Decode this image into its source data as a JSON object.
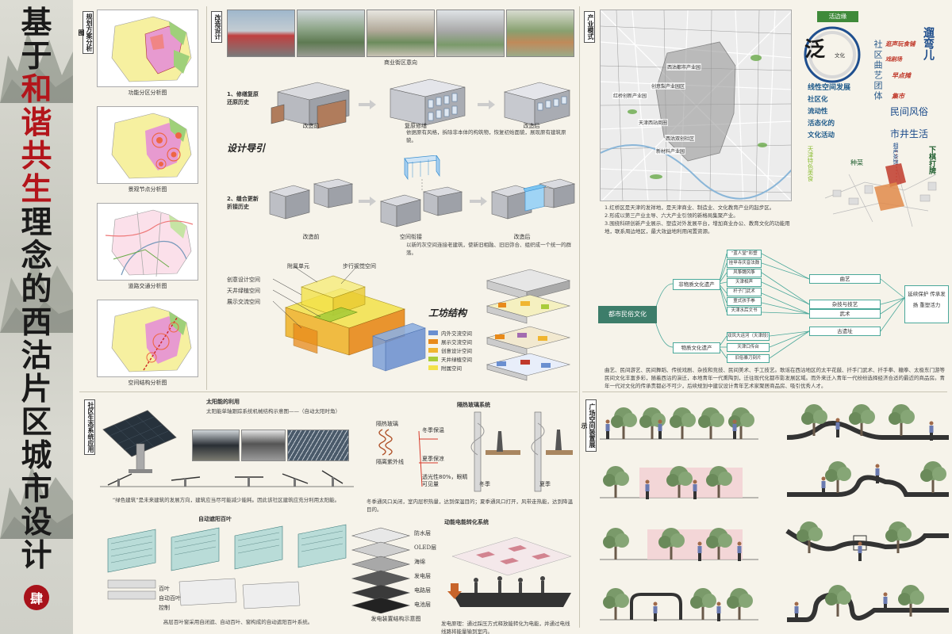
{
  "banner": {
    "title_chars": [
      "基",
      "于",
      "和",
      "谐",
      "共",
      "生",
      "理",
      "念",
      "的",
      "西",
      "沽",
      "片",
      "区",
      "城",
      "市",
      "设",
      "计"
    ],
    "highlight_indices": [
      2,
      3,
      4,
      5
    ],
    "seal": "肆"
  },
  "planning": {
    "tag": "规划方案分析图",
    "captions": [
      "功能分区分析图",
      "景观节点分析图",
      "道路交通分析图",
      "空间结构分析图"
    ]
  },
  "renovation": {
    "tag": "改造设计",
    "photo_caption": "商业街区意向",
    "step1_title": "1、修缮复原 还原历史",
    "step1_before": "改造前",
    "step1_mid": "复原修缮",
    "step1_after": "改造后",
    "step1_desc": "依据原有风格，拆除非本体的构筑物，恢复初始面貌，展现原有建筑原貌。",
    "guide_title": "设计导引",
    "step2_title": "2、缝合更新 折接历史",
    "step2_before": "改造前",
    "step2_mid": "空间衔接",
    "step2_after": "改造后",
    "step2_desc": "以新的灰空间连接老建筑，使新旧相融、旧旧弥合、组织成一个统一的群落。",
    "workshop_title": "工坊结构",
    "axo_labels": [
      "附属单元",
      "步行视觉空间",
      "创意设计空间",
      "天井绿植空间",
      "展示交流空间"
    ],
    "legend": [
      {
        "label": "内外交流空间",
        "color": "#6a8fd0"
      },
      {
        "label": "展示交流空间",
        "color": "#e88a1a"
      },
      {
        "label": "创意设计空间",
        "color": "#f0b530"
      },
      {
        "label": "天井绿植空间",
        "color": "#a9cc3a"
      },
      {
        "label": "附属空间",
        "color": "#f3e24a"
      }
    ]
  },
  "industry": {
    "tag": "产业模式",
    "map_labels": [
      "西沽都市产业园",
      "创意梨产业园区",
      "红桥创新产业园",
      "天津西站商圈",
      "西沽双创社区",
      "新材料产业园"
    ],
    "notes": [
      "1.红桥区是天津的发祥地，是天津商业、制造业、文化教育产业的起步区。",
      "2.形成以第三产业主导、六大产业引领的新格局集聚产业。",
      "3.围绕科研创新产业展示、塑造对外发展平台，增加商业办公、教育文化的功能用地，联系周边地区，最大效益地利用闲置资源。"
    ]
  },
  "vitality": {
    "badge": "活边缘",
    "big_char": "泛",
    "circle_small": "文化",
    "list": [
      "线性空间发展",
      "社区化",
      "流动性",
      "活态化的",
      "文化活动"
    ],
    "vertical_green": "天津特色美食",
    "col1": "社区曲艺团体",
    "red_words": [
      "逛声玩食铺",
      "戏剧场",
      "早点摊",
      "集市"
    ],
    "right_big": "遛弯儿",
    "folk1": "民间风俗",
    "folk2": "市井生活",
    "xiangsheng": "相声茶馆",
    "xiaqi": "下棋打牌",
    "zhongcai": "种菜"
  },
  "folk": {
    "center": "都市民俗文化",
    "branch_top": "非物质文化遗产",
    "branch_bottom": "物质文化遗产",
    "top_items": [
      "“蓝人堂”彩塑",
      "挂甲寺庆音法鼓",
      "风筝魏风筝",
      "天津相声",
      "杆子门武术",
      "童式孩手拳",
      "天津水后文书"
    ],
    "bottom_items": [
      "双凤大运河（天津段）",
      "天津口传台",
      "旧俗暴刀刻片"
    ],
    "mid_items": [
      "曲艺",
      "杂技与技艺",
      "武术",
      "古遗址"
    ],
    "result": "延续保护 传承发扬 重塑活力",
    "desc": "曲艺、民间游艺、民间舞蹈、传统戏剧、杂技和竞技、民间美术、手工技艺。歌谣在西沽地区的太平花鼓、扦手门武术、扦手拳、糖拳、太极东门游等民间文化丰富多彩，随着西沽的演迁，本地青年一代熏陶到，迁往现代化都市影发展区域。而外来迁入青年一代纷纷选择经济合适的最近的商品房。青年一代对文化的传承责都必不可少，后续规划中建议设计青年艺术家聚居商品房、吸引优秀人才。"
  },
  "eco": {
    "tag": "社区生态系统应用",
    "solar_title": "太阳能的利用",
    "solar_sub": "太阳能单轴跟踪系统机械结构示意图——（自动太阳时角）",
    "solar_desc": "“绿色建筑”是未来建筑的发展方向，建筑应当尽可能减少能耗。因此该社区建筑应充分利用太阳能。",
    "wall_title": "隔热玻璃系统",
    "wall_labels": [
      "隔热玻璃",
      "冬季保温",
      "夏季保凉",
      "隔离紫外线",
      "透光性80%，眼睛可见量"
    ],
    "wall_season": [
      "冬季",
      "夏季"
    ],
    "wall_desc": "冬季通风口关闭，室内层积热量，达到保温目的；夏季通风口打开，风带走热能，达到降温目的。",
    "shade_title": "自动遮阳百叶",
    "shade_labels": [
      "百叶",
      "自动百叶",
      "控制"
    ],
    "shade_desc": "高层百叶窗采用自闭遮、自动百叶、窗构成的自动遮阳百叶系统。",
    "kinetic_title": "动能电能转化系统",
    "layers": [
      "防水层",
      "OLED层",
      "海绵",
      "发电层",
      "电路层",
      "电池层"
    ],
    "layers_caption": "发电装置结构示意图",
    "kinetic_desc": "发电原理：通过踩压方式释放能转化为电能，并通过电线 线路将能量输到室内。"
  },
  "square": {
    "tag": "广场空间装置展示"
  }
}
